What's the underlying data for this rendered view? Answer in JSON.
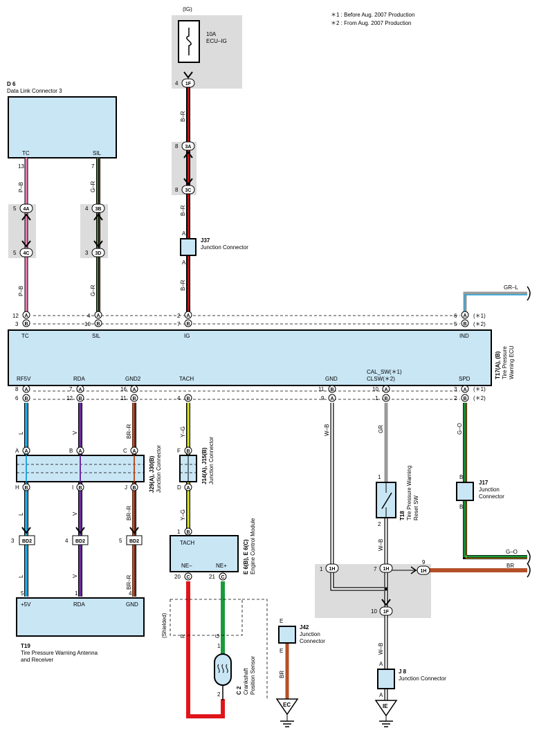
{
  "notes": {
    "n1": "＊1 : Before Aug.  2007 Production",
    "n2": "＊2 : From Aug.  2007 Production"
  },
  "fuse": {
    "label": "(IG)",
    "rating": "10A",
    "name": "ECU–IG"
  },
  "d6": {
    "code": "D 6",
    "name": "Data Link Connector 3",
    "pin_tc": "TC",
    "pin_sil": "SIL",
    "tc_no": "13",
    "sil_no": "7"
  },
  "j37": {
    "code": "J37",
    "name": "Junction Connector"
  },
  "ecu": {
    "code": "T17(A), (B)",
    "name1": "Tire Pressure",
    "name2": "Warning ECU",
    "top_pins": [
      "TC",
      "SIL",
      "IG",
      "IND"
    ],
    "bottom_pins": [
      "RF5V",
      "RDA",
      "GND2",
      "TACH",
      "GND",
      "CAL_SW(＊1)",
      "CLSW(＊2)",
      "SPD"
    ],
    "v1": "(＊1)",
    "v2": "(＊2)"
  },
  "wires": {
    "pb": "P–B",
    "gr": "G–R",
    "br": "B–R",
    "grl": "GR–L",
    "l": "L",
    "v": "V",
    "brr": "BR–R",
    "yg": "Y–G",
    "wb": "W–B",
    "gray": "GR",
    "go": "G–O",
    "brn": "BR",
    "r": "R",
    "g": "G"
  },
  "j29": {
    "code": "J29(A), J30(B)",
    "name": "Junction Connector"
  },
  "j14": {
    "code": "J14(A), J15(B)",
    "name": "Junction Connector"
  },
  "ecm": {
    "code": "E 6(B), E 6(C)",
    "name": "Engine Control Module",
    "tach": "TACH",
    "ne_minus": "NE–",
    "ne_plus": "NE+"
  },
  "c2": {
    "code": "C 2",
    "name1": "Crankshaft",
    "name2": "Position Sensor"
  },
  "shielded": "(Shielded)",
  "j42": {
    "code": "J42",
    "name1": "Junction",
    "name2": "Connector"
  },
  "t18": {
    "code": "T18",
    "name1": "Tire Pressure Warning",
    "name2": "Reset SW"
  },
  "j17": {
    "code": "J17",
    "name1": "Junction",
    "name2": "Connector"
  },
  "j8": {
    "code": "J 8",
    "name": "Junction Connector"
  },
  "t19": {
    "code": "T19",
    "name1": "Tire Pressure Warning Antenna",
    "name2": "and Receiver",
    "pins": [
      "+5V",
      "RDA",
      "GND"
    ]
  },
  "grounds": {
    "ec": "EC",
    "ie": "IE"
  },
  "connectors": {
    "bd2": "BD2",
    "c1h": "1H",
    "c1f": "1F",
    "c3a": "3A",
    "c3c": "3C",
    "c4a": "4A",
    "c4c": "4C",
    "c3b": "3B",
    "c3d": "3D"
  },
  "colors": {
    "pink": "#f080b8",
    "green": "#1a9a3a",
    "red": "#e0151a",
    "blue": "#1ea6e0",
    "purple": "#6a2aa0",
    "brown": "#b45028",
    "yellow": "#e8e020",
    "gray": "#9a9a9a",
    "box": "#c9e6f5"
  }
}
